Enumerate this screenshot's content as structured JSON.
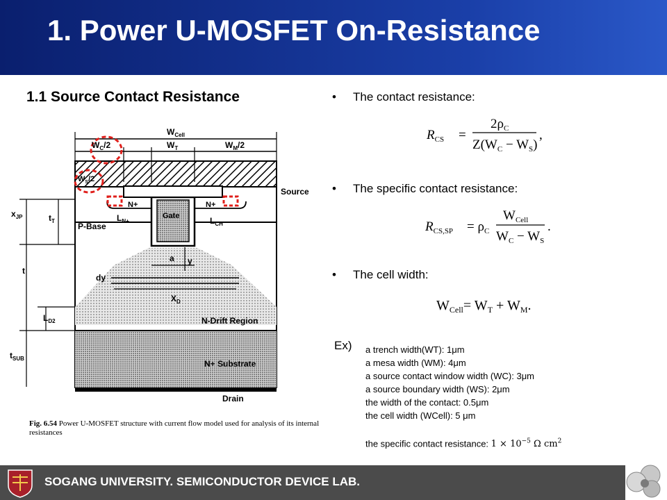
{
  "title": "1. Power U-MOSFET On-Resistance",
  "subtitle": "1.1 Source Contact Resistance",
  "bullets": [
    {
      "marker": "•",
      "text": "The contact resistance:"
    },
    {
      "marker": "•",
      "text": "The specific contact resistance:"
    },
    {
      "marker": "•",
      "text": "The cell width:"
    }
  ],
  "figure": {
    "labels": {
      "wcell": "W",
      "wcell_sub": "Cell",
      "wc2": "W",
      "wc2_sub": "C",
      "wc2_tail": "/2",
      "wt": "W",
      "wt_sub": "T",
      "wm2": "W",
      "wm2_sub": "M",
      "wm2_tail": "/2",
      "ws2": "W",
      "ws2_sub": "S",
      "ws2_tail": "/2",
      "source": "Source",
      "nplus_left": "N+",
      "nplus_right": "N+",
      "xjp": "x",
      "xjp_sub": "JP",
      "tt": "t",
      "tt_sub": "T",
      "pbase": "P-Base",
      "ln": "L",
      "ln_sub": "N+",
      "gate": "Gate",
      "lch": "L",
      "lch_sub": "CH",
      "a": "a",
      "y": "y",
      "t": "t",
      "dy": "dy",
      "xd": "X",
      "xd_sub": "D",
      "ld2": "L",
      "ld2_sub": "D2",
      "ndrift": "N-Drift Region",
      "tsub": "t",
      "tsub_sub": "SUB",
      "nsub": "N+ Substrate",
      "drain": "Drain"
    },
    "caption_bold": "Fig. 6.54",
    "caption": "Power U-MOSFET structure with current flow model used for analysis of its internal resistances"
  },
  "ex_label": "Ex)",
  "examples": [
    "a trench width(WT): 1μm",
    "a mesa width (WM): 4μm",
    "a source contact window width (WC): 3μm",
    "a source boundary width (WS): 2μm",
    "the width of the contact: 0.5μm",
    "the cell width (WCell): 5 μm"
  ],
  "example_last_text": "the specific contact resistance: ",
  "example_last_value": "1 × 10",
  "example_last_exp": "−5",
  "example_last_unit": " Ω cm",
  "example_last_unit_exp": "2",
  "equations": {
    "rcs": {
      "lhs": "R",
      "lhs_sub": "CS",
      "eq": "=",
      "num": "2ρ",
      "num_sub": "C",
      "den": "Z(W",
      "den_sub1": "C",
      "den_mid": " − W",
      "den_sub2": "S",
      "den_end": ")",
      "tail": ","
    },
    "rcssp": {
      "lhs": "R",
      "lhs_sub": "CS,SP",
      "eq": "= ρ",
      "eq_sub": "C",
      "num": "W",
      "num_sub": "Cell",
      "den": "W",
      "den_sub1": "C",
      "den_mid": " − W",
      "den_sub2": "S",
      "tail": "."
    },
    "wcell": {
      "lhs": "W",
      "lhs_sub": "Cell",
      "rhs": "= W",
      "rhs_sub1": "T",
      "plus": " + W",
      "rhs_sub2": "M",
      "tail": "."
    }
  },
  "footer": "SOGANG UNIVERSITY. SEMICONDUCTOR DEVICE LAB.",
  "colors": {
    "header": "#1a3fa8",
    "footer": "#4b4b4b",
    "highlight": "#e0201c"
  }
}
